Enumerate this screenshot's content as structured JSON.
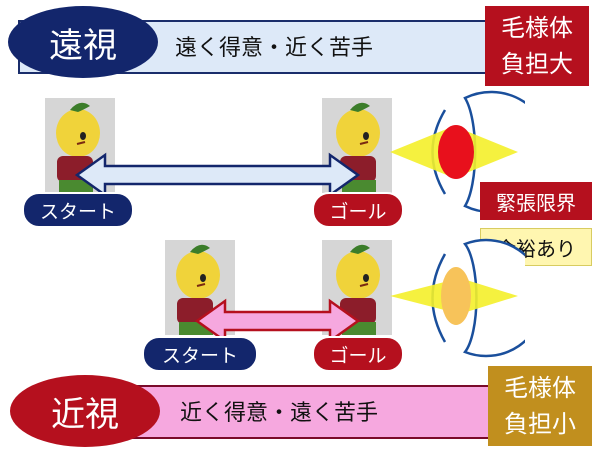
{
  "top_row": {
    "label": "遠視",
    "description": "遠く得意・近く苦手",
    "burden_line1": "毛様体",
    "burden_line2": "負担大"
  },
  "middle_top": {
    "start_label": "スタート",
    "goal_label": "ゴール",
    "status_tag": "緊張限界",
    "arrow_color": "#dde9f8"
  },
  "middle_bottom": {
    "start_label": "スタート",
    "goal_label": "ゴール",
    "status_tag": "余裕あり",
    "arrow_color": "#f6a8df"
  },
  "bottom_row": {
    "label": "近視",
    "description": "近く得意・遠く苦手",
    "burden_line1": "毛様体",
    "burden_line2": "負担小"
  },
  "colors": {
    "navy": "#13266c",
    "red": "#b5101e",
    "gold": "#c18f1e",
    "lens_tense": "#e8101c",
    "lens_relaxed": "#f7c35a",
    "light_ray": "#f4ef2a"
  },
  "icons": {
    "eye_diagram": "eye-cross-section-icon",
    "mascot": "mascot-photo"
  }
}
